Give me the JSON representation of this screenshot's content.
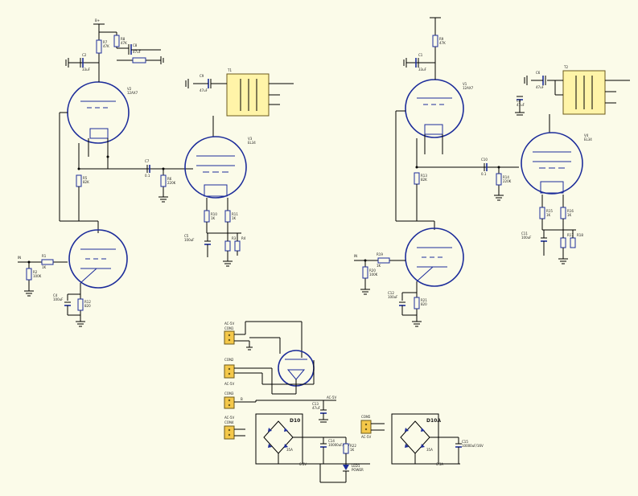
{
  "labels": {
    "left_bplus": "B+",
    "left_c2": "C2",
    "left_c2_val": "33uF",
    "left_r7": "R7",
    "left_r7_val": "47K",
    "left_c8": "C8",
    "left_c8_val": "47uF",
    "left_r8": "R8",
    "left_r8_val": "47K",
    "left_v2": "V2",
    "left_v2_type": "12AX7",
    "left_r5": "R5",
    "left_r5_val": "82K",
    "left_c7": "C7",
    "left_c7_val": "0.1",
    "left_r6": "R6",
    "left_r6_val": "220K",
    "left_c9": "C9",
    "left_c9_val": "47uF",
    "left_t1": "T1",
    "left_v3": "V3",
    "left_v3_type": "EL34",
    "left_r10": "R10",
    "left_r10_val": "1K",
    "left_r11": "R11",
    "left_r11_val": "1K",
    "left_c5": "C5",
    "left_c5_val": "100uF",
    "left_r3": "R3",
    "left_r4": "R4",
    "left_in": "IN",
    "left_r1": "R1",
    "left_r1_val": "1K",
    "left_r2": "R2",
    "left_r2_val": "100K",
    "left_c4": "C4",
    "left_c4_val": "100uF",
    "left_r12": "R12",
    "left_r12_val": "820",
    "right_r9": "R9",
    "right_r9_val": "47K",
    "right_c1": "C1",
    "right_c1_val": "33uF",
    "right_v1": "V1",
    "right_v1_type": "12AX7",
    "right_c6": "C6",
    "right_c6_val": "47uF",
    "right_c3": "C3",
    "right_c3_val": "47uF",
    "right_t2": "T2",
    "right_r13": "R13",
    "right_r13_val": "82K",
    "right_c10": "C10",
    "right_c10_val": "0.1",
    "right_r14": "R14",
    "right_r14_val": "220K",
    "right_v4": "V4",
    "right_v4_type": "EL34",
    "right_r15": "R15",
    "right_r15_val": "1K",
    "right_r16": "R16",
    "right_r16_val": "1K",
    "right_c11": "C11",
    "right_c11_val": "100uF",
    "right_r17": "R17",
    "right_r18": "R18",
    "right_in": "IN",
    "right_r19": "R19",
    "right_r19_val": "1K",
    "right_r20": "R20",
    "right_r20_val": "100K",
    "right_c12": "C12",
    "right_c12_val": "100uF",
    "right_r21": "R21",
    "right_r21_val": "820",
    "ps_ac1": "AC-5V",
    "ps_con1": "CON1",
    "ps_con2": "CON2",
    "ps_ac2": "AC-5V",
    "ps_con3": "CON3",
    "ps_b": "B",
    "ps_ac3": "AC-5V",
    "ps_con4": "CON4",
    "ps_ac4": "AC-5V",
    "ps_c13": "C13",
    "ps_c13_val": "47uF",
    "ps_d10": "D10",
    "ps_d10_amp": "35A",
    "ps_c14": "C14",
    "ps_c14_val": "10000uF/16V",
    "ps_r22": "R22",
    "ps_r22_val": "1K",
    "ps_led": "LED1",
    "ps_led_val": "POWER",
    "ps_con5": "CON5",
    "ps_ac5": "AC-5V",
    "ps_d10a": "D10A",
    "ps_d10a_amp": "35A",
    "ps_c15": "C15",
    "ps_c15_val": "10000uF/16V",
    "ps_6v3a": "6.3V",
    "ps_6v3b": "6.3A"
  }
}
